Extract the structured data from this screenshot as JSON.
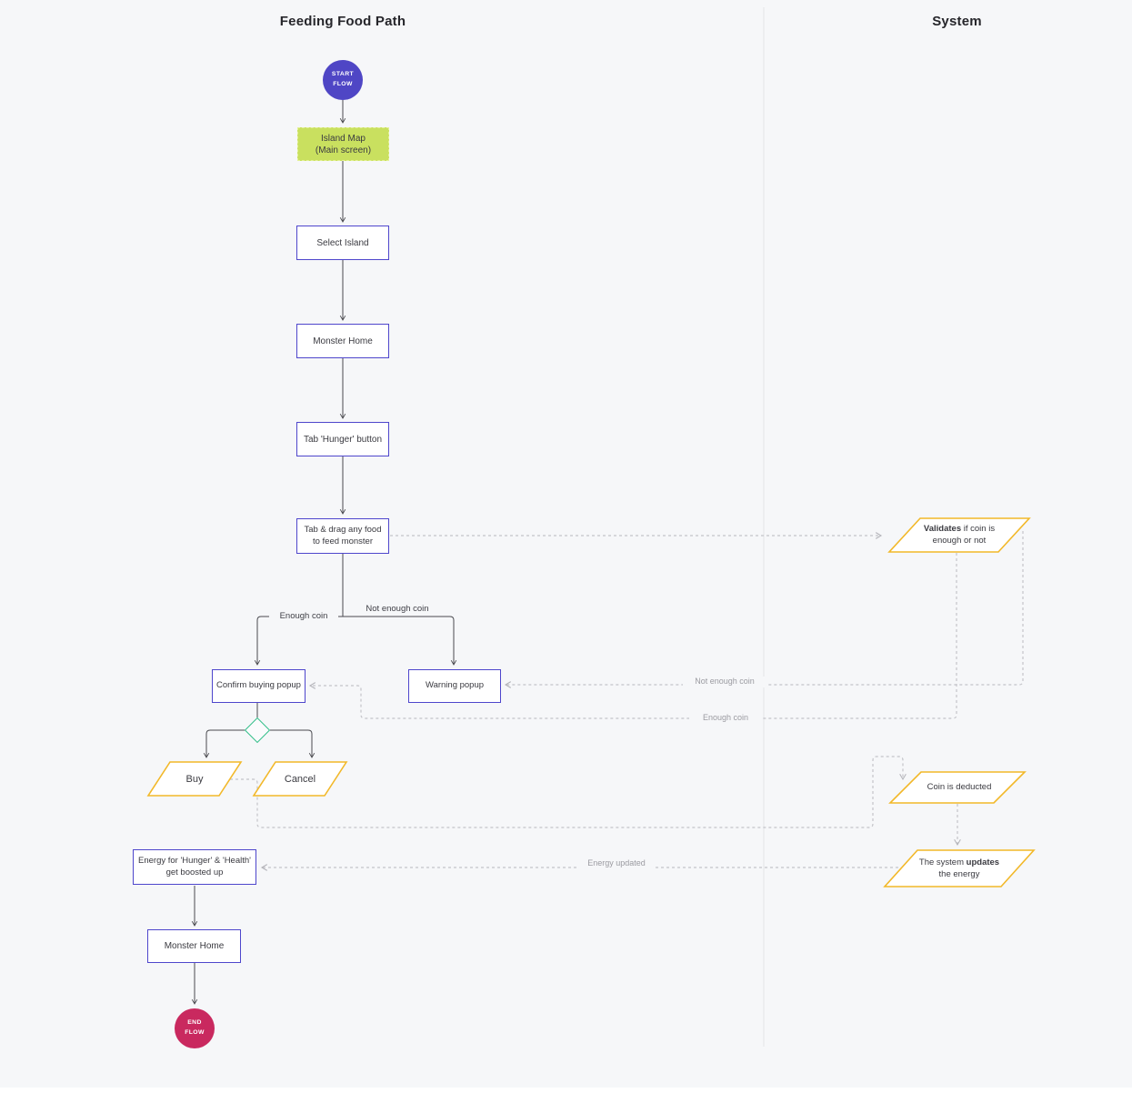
{
  "lanes": {
    "left_title": "Feeding Food Path",
    "right_title": "System"
  },
  "nodes": {
    "start": {
      "line1": "START",
      "line2": "FLOW"
    },
    "island_map": {
      "line1": "Island Map",
      "line2": "(Main screen)"
    },
    "select_island": {
      "label": "Select Island"
    },
    "monster_home_1": {
      "label": "Monster Home"
    },
    "tab_hunger": {
      "label": "Tab 'Hunger' button"
    },
    "tab_drag": {
      "line1": "Tab & drag any food",
      "line2": "to feed monster"
    },
    "confirm_popup": {
      "label": "Confirm buying popup"
    },
    "warning_popup": {
      "label": "Warning popup"
    },
    "buy": {
      "label": "Buy"
    },
    "cancel": {
      "label": "Cancel"
    },
    "energy_boost": {
      "line1": "Energy for 'Hunger' & 'Health'",
      "line2": "get boosted up"
    },
    "monster_home_2": {
      "label": "Monster Home"
    },
    "end": {
      "line1": "END",
      "line2": "FLOW"
    },
    "validates": {
      "bold": "Validates",
      "rest1": " if coin is",
      "line2": "enough or not"
    },
    "coin_deducted": {
      "label": "Coin is deducted"
    },
    "system_updates": {
      "pre": "The system ",
      "bold": "updates",
      "line2": "the energy"
    }
  },
  "edge_labels": {
    "enough_coin_branch": "Enough coin",
    "not_enough_coin_branch": "Not enough coin",
    "not_enough_coin_dashed": "Not enough coin",
    "enough_coin_dashed": "Enough coin",
    "energy_updated": "Energy updated"
  },
  "colors": {
    "background": "#f6f7f9",
    "process_border": "#4e46cc",
    "screen_fill": "#c9e05f",
    "parallelogram_border": "#f2b829",
    "decision_border": "#2fbe87",
    "start_fill": "#4f46c5",
    "end_fill": "#c9295f",
    "solid_edge": "#4a4a4f",
    "dashed_edge": "#c4c4c9"
  }
}
